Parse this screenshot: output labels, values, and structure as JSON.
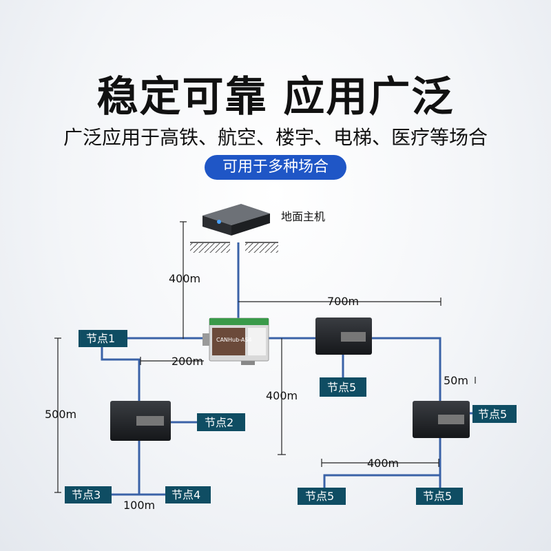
{
  "header": {
    "title": "稳定可靠 应用广泛",
    "subtitle": "广泛应用于高铁、航空、楼宇、电梯、医疗等场合",
    "badge": "可用于多种场合"
  },
  "diagram": {
    "host_label": "地面主机",
    "device_label": "CANHub-AS4",
    "distances": {
      "d400_left": "400m",
      "d700": "700m",
      "d200": "200m",
      "d400_mid": "400m",
      "d50": "50m",
      "d500": "500m",
      "d400_bottom": "400m",
      "d100": "100m"
    },
    "nodes": {
      "n1": "节点1",
      "n2": "节点2",
      "n3": "节点3",
      "n4": "节点4",
      "n5a": "节点5",
      "n5b": "节点5",
      "n5c": "节点5",
      "n5d": "节点5"
    }
  },
  "colors": {
    "accent": "#1f56c6",
    "node_box": "#0f4d63",
    "line": "#3a62a7"
  }
}
